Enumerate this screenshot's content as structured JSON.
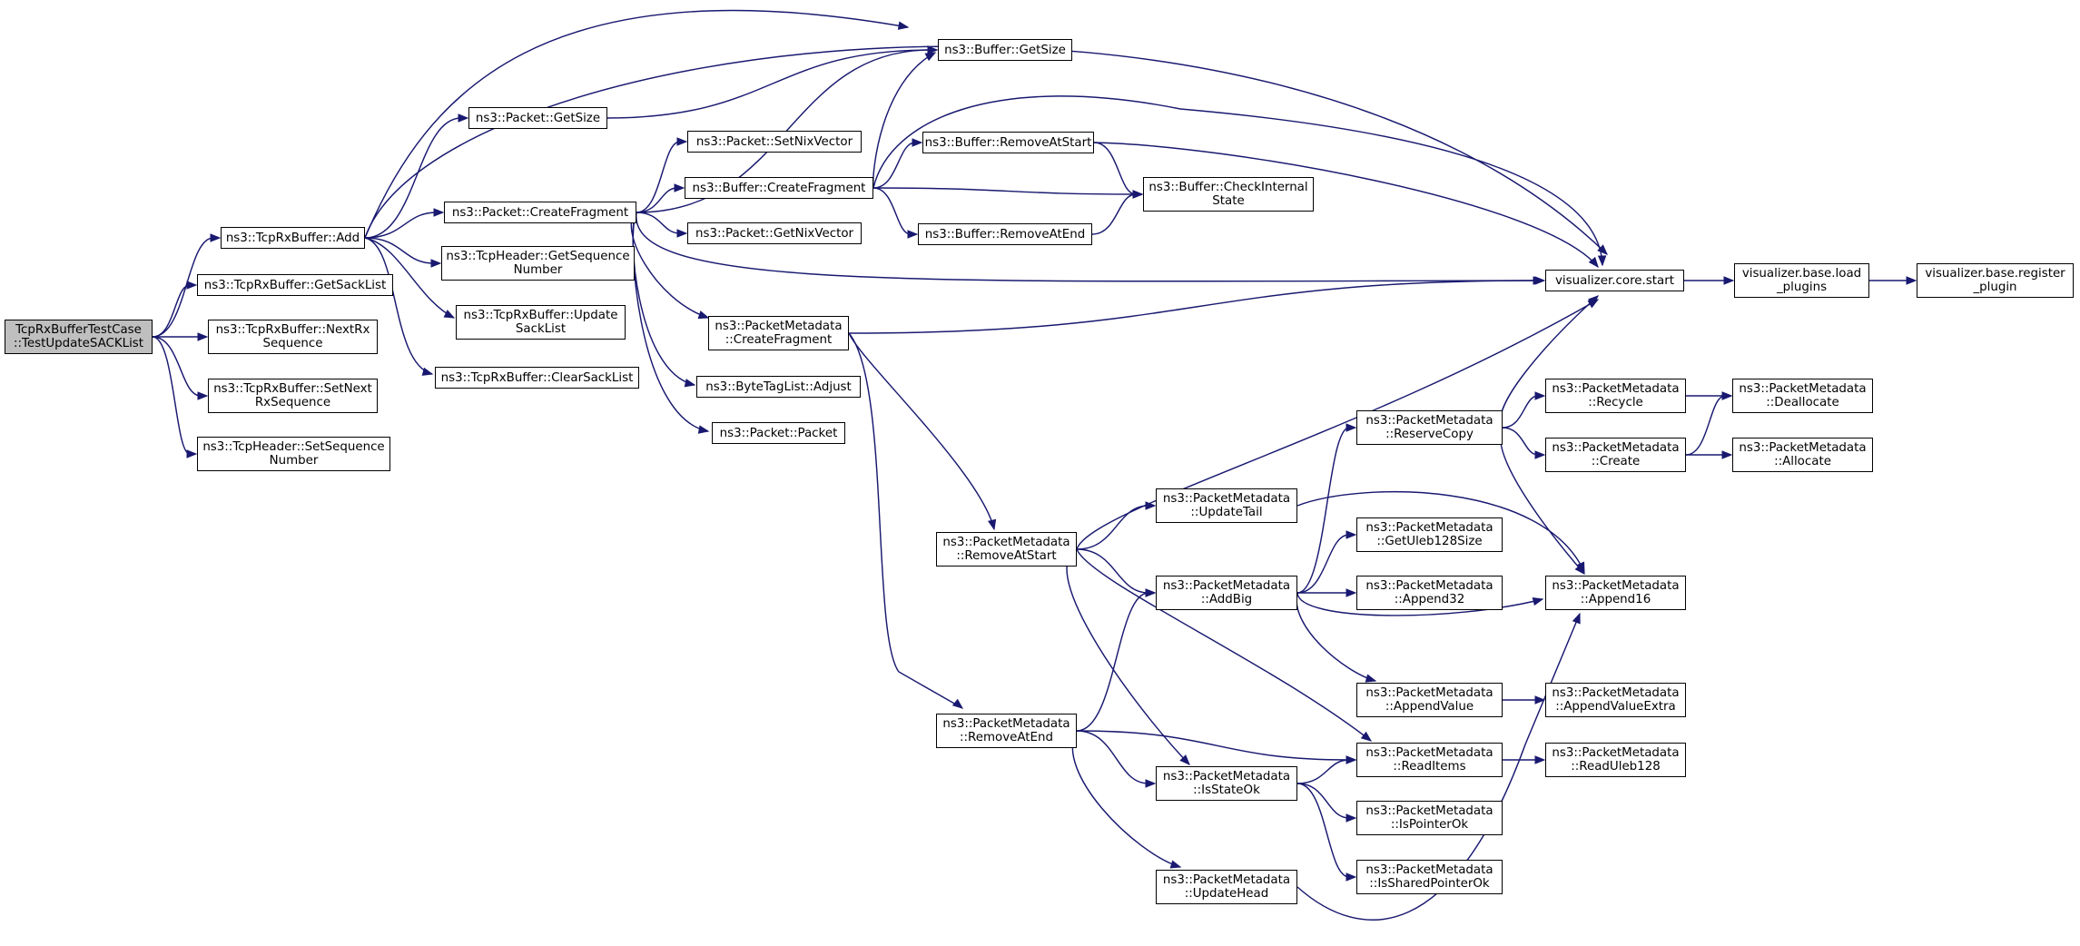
{
  "nodes": [
    {
      "id": "root",
      "lines": [
        "TcpRxBufferTestCase",
        "::TestUpdateSACKList"
      ]
    },
    {
      "id": "rxbuf-add",
      "lines": [
        "ns3::TcpRxBuffer::Add"
      ]
    },
    {
      "id": "rxbuf-getsacklist",
      "lines": [
        "ns3::TcpRxBuffer::GetSackList"
      ]
    },
    {
      "id": "rxbuf-nextrx",
      "lines": [
        "ns3::TcpRxBuffer::NextRx",
        "Sequence"
      ]
    },
    {
      "id": "rxbuf-setnextrx",
      "lines": [
        "ns3::TcpRxBuffer::SetNext",
        "RxSequence"
      ]
    },
    {
      "id": "tcpheader-setseq",
      "lines": [
        "ns3::TcpHeader::SetSequence",
        "Number"
      ]
    },
    {
      "id": "buffer-getsize",
      "lines": [
        "ns3::Buffer::GetSize"
      ]
    },
    {
      "id": "packet-getsize",
      "lines": [
        "ns3::Packet::GetSize"
      ]
    },
    {
      "id": "packet-createfragment",
      "lines": [
        "ns3::Packet::CreateFragment"
      ]
    },
    {
      "id": "tcpheader-getseq",
      "lines": [
        "ns3::TcpHeader::GetSequence",
        "Number"
      ]
    },
    {
      "id": "rxbuf-updatesack",
      "lines": [
        "ns3::TcpRxBuffer::Update",
        "SackList"
      ]
    },
    {
      "id": "rxbuf-clearsack",
      "lines": [
        "ns3::TcpRxBuffer::ClearSackList"
      ]
    },
    {
      "id": "packet-setnix",
      "lines": [
        "ns3::Packet::SetNixVector"
      ]
    },
    {
      "id": "buffer-createfragment",
      "lines": [
        "ns3::Buffer::CreateFragment"
      ]
    },
    {
      "id": "packet-getnix",
      "lines": [
        "ns3::Packet::GetNixVector"
      ]
    },
    {
      "id": "pm-createfragment",
      "lines": [
        "ns3::PacketMetadata",
        "::CreateFragment"
      ]
    },
    {
      "id": "bytetaglist-adjust",
      "lines": [
        "ns3::ByteTagList::Adjust"
      ]
    },
    {
      "id": "packet-packet",
      "lines": [
        "ns3::Packet::Packet"
      ]
    },
    {
      "id": "buffer-removeatstart",
      "lines": [
        "ns3::Buffer::RemoveAtStart"
      ]
    },
    {
      "id": "buffer-removeatend",
      "lines": [
        "ns3::Buffer::RemoveAtEnd"
      ]
    },
    {
      "id": "buffer-checkinternal",
      "lines": [
        "ns3::Buffer::CheckInternal",
        "State"
      ]
    },
    {
      "id": "visualizer-start",
      "lines": [
        "visualizer.core.start"
      ]
    },
    {
      "id": "visualizer-load",
      "lines": [
        "visualizer.base.load",
        "_plugins"
      ]
    },
    {
      "id": "visualizer-register",
      "lines": [
        "visualizer.base.register",
        "_plugin"
      ]
    },
    {
      "id": "pm-removeatstart",
      "lines": [
        "ns3::PacketMetadata",
        "::RemoveAtStart"
      ]
    },
    {
      "id": "pm-removeatend",
      "lines": [
        "ns3::PacketMetadata",
        "::RemoveAtEnd"
      ]
    },
    {
      "id": "pm-updatetail",
      "lines": [
        "ns3::PacketMetadata",
        "::UpdateTail"
      ]
    },
    {
      "id": "pm-addbig",
      "lines": [
        "ns3::PacketMetadata",
        "::AddBig"
      ]
    },
    {
      "id": "pm-isstateok",
      "lines": [
        "ns3::PacketMetadata",
        "::IsStateOk"
      ]
    },
    {
      "id": "pm-updatehead",
      "lines": [
        "ns3::PacketMetadata",
        "::UpdateHead"
      ]
    },
    {
      "id": "pm-reservecopy",
      "lines": [
        "ns3::PacketMetadata",
        "::ReserveCopy"
      ]
    },
    {
      "id": "pm-getuleb128size",
      "lines": [
        "ns3::PacketMetadata",
        "::GetUleb128Size"
      ]
    },
    {
      "id": "pm-append32",
      "lines": [
        "ns3::PacketMetadata",
        "::Append32"
      ]
    },
    {
      "id": "pm-appendvalue",
      "lines": [
        "ns3::PacketMetadata",
        "::AppendValue"
      ]
    },
    {
      "id": "pm-readitems",
      "lines": [
        "ns3::PacketMetadata",
        "::ReadItems"
      ]
    },
    {
      "id": "pm-ispointerok",
      "lines": [
        "ns3::PacketMetadata",
        "::IsPointerOk"
      ]
    },
    {
      "id": "pm-issharedpointerok",
      "lines": [
        "ns3::PacketMetadata",
        "::IsSharedPointerOk"
      ]
    },
    {
      "id": "pm-recycle",
      "lines": [
        "ns3::PacketMetadata",
        "::Recycle"
      ]
    },
    {
      "id": "pm-create",
      "lines": [
        "ns3::PacketMetadata",
        "::Create"
      ]
    },
    {
      "id": "pm-append16",
      "lines": [
        "ns3::PacketMetadata",
        "::Append16"
      ]
    },
    {
      "id": "pm-appendvalueextra",
      "lines": [
        "ns3::PacketMetadata",
        "::AppendValueExtra"
      ]
    },
    {
      "id": "pm-readuleb128",
      "lines": [
        "ns3::PacketMetadata",
        "::ReadUleb128"
      ]
    },
    {
      "id": "pm-deallocate",
      "lines": [
        "ns3::PacketMetadata",
        "::Deallocate"
      ]
    },
    {
      "id": "pm-allocate",
      "lines": [
        "ns3::PacketMetadata",
        "::Allocate"
      ]
    }
  ],
  "edges": [
    [
      "root",
      "rxbuf-add"
    ],
    [
      "root",
      "rxbuf-getsacklist"
    ],
    [
      "root",
      "rxbuf-nextrx"
    ],
    [
      "root",
      "rxbuf-setnextrx"
    ],
    [
      "root",
      "tcpheader-setseq"
    ],
    [
      "rxbuf-add",
      "buffer-getsize"
    ],
    [
      "rxbuf-add",
      "packet-getsize"
    ],
    [
      "rxbuf-add",
      "packet-createfragment"
    ],
    [
      "rxbuf-add",
      "visualizer-start"
    ],
    [
      "rxbuf-add",
      "tcpheader-getseq"
    ],
    [
      "rxbuf-add",
      "rxbuf-updatesack"
    ],
    [
      "rxbuf-add",
      "rxbuf-clearsack"
    ],
    [
      "packet-getsize",
      "buffer-getsize"
    ],
    [
      "packet-createfragment",
      "buffer-getsize"
    ],
    [
      "packet-createfragment",
      "packet-setnix"
    ],
    [
      "packet-createfragment",
      "buffer-createfragment"
    ],
    [
      "packet-createfragment",
      "packet-getnix"
    ],
    [
      "packet-createfragment",
      "visualizer-start"
    ],
    [
      "packet-createfragment",
      "pm-createfragment"
    ],
    [
      "packet-createfragment",
      "bytetaglist-adjust"
    ],
    [
      "packet-createfragment",
      "packet-packet"
    ],
    [
      "buffer-createfragment",
      "buffer-getsize"
    ],
    [
      "buffer-createfragment",
      "buffer-removeatstart"
    ],
    [
      "buffer-createfragment",
      "buffer-checkinternal"
    ],
    [
      "buffer-createfragment",
      "buffer-removeatend"
    ],
    [
      "buffer-createfragment",
      "visualizer-start"
    ],
    [
      "buffer-removeatstart",
      "buffer-checkinternal"
    ],
    [
      "buffer-removeatstart",
      "visualizer-start"
    ],
    [
      "buffer-removeatend",
      "buffer-checkinternal"
    ],
    [
      "visualizer-start",
      "visualizer-load"
    ],
    [
      "visualizer-load",
      "visualizer-register"
    ],
    [
      "pm-createfragment",
      "visualizer-start"
    ],
    [
      "pm-createfragment",
      "pm-removeatstart"
    ],
    [
      "pm-createfragment",
      "pm-removeatend"
    ],
    [
      "pm-removeatstart",
      "visualizer-start"
    ],
    [
      "pm-removeatstart",
      "pm-updatetail"
    ],
    [
      "pm-removeatstart",
      "pm-addbig"
    ],
    [
      "pm-removeatstart",
      "pm-readitems"
    ],
    [
      "pm-removeatstart",
      "pm-isstateok"
    ],
    [
      "pm-removeatend",
      "pm-addbig"
    ],
    [
      "pm-removeatend",
      "pm-readitems"
    ],
    [
      "pm-removeatend",
      "pm-isstateok"
    ],
    [
      "pm-removeatend",
      "pm-updatehead"
    ],
    [
      "pm-updatetail",
      "pm-append16"
    ],
    [
      "pm-addbig",
      "pm-reservecopy"
    ],
    [
      "pm-addbig",
      "pm-getuleb128size"
    ],
    [
      "pm-addbig",
      "pm-append32"
    ],
    [
      "pm-addbig",
      "pm-append16"
    ],
    [
      "pm-addbig",
      "pm-appendvalue"
    ],
    [
      "pm-isstateok",
      "pm-readitems"
    ],
    [
      "pm-isstateok",
      "pm-ispointerok"
    ],
    [
      "pm-isstateok",
      "pm-issharedpointerok"
    ],
    [
      "pm-updatehead",
      "pm-append16"
    ],
    [
      "pm-reservecopy",
      "visualizer-start"
    ],
    [
      "pm-reservecopy",
      "pm-recycle"
    ],
    [
      "pm-reservecopy",
      "pm-create"
    ],
    [
      "pm-reservecopy",
      "pm-append16"
    ],
    [
      "pm-appendvalue",
      "pm-appendvalueextra"
    ],
    [
      "pm-readitems",
      "pm-readuleb128"
    ],
    [
      "pm-recycle",
      "pm-deallocate"
    ],
    [
      "pm-create",
      "pm-deallocate"
    ],
    [
      "pm-create",
      "pm-allocate"
    ]
  ],
  "colors": {
    "edge": "#191970",
    "node_border": "#000000",
    "node_fill": "#ffffff",
    "root_fill": "#bfbfbf"
  }
}
